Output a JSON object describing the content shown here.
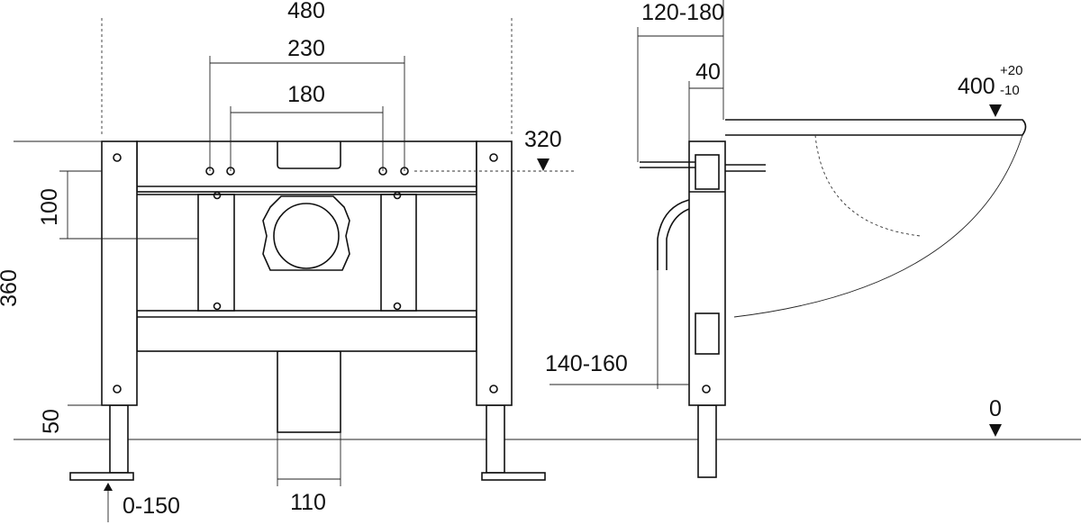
{
  "front_view": {
    "dimensions": {
      "total_width": "480",
      "hole_spacing_outer": "230",
      "hole_spacing_inner": "180",
      "fixing_height": "320",
      "bracket_height": "100",
      "frame_height": "360",
      "leg_base": "50",
      "leg_adjust": "0-150",
      "drain_width": "110"
    }
  },
  "side_view": {
    "dimensions": {
      "wall_depth": "120-180",
      "frame_depth": "40",
      "bowl_height": "400",
      "bowl_height_tolerance_plus": "+20",
      "bowl_height_tolerance_minus": "-10",
      "drain_offset": "140-160",
      "floor_level": "0"
    }
  }
}
